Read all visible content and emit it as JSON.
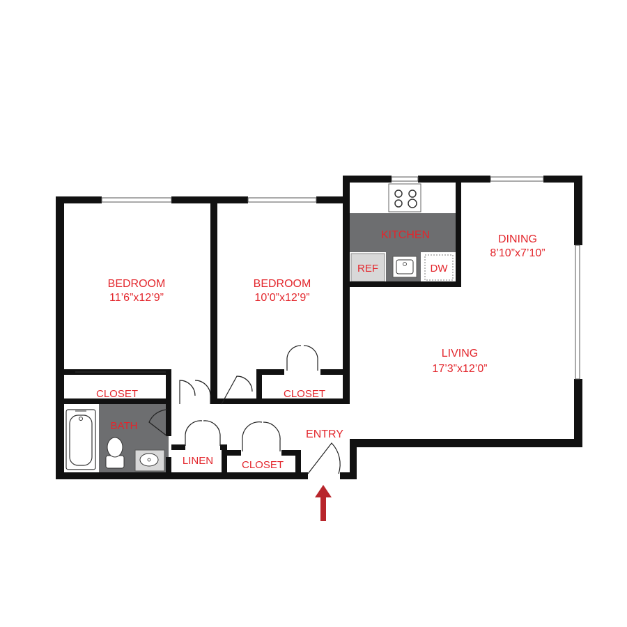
{
  "rooms": {
    "bedroom1": {
      "name": "BEDROOM",
      "dims": "11’6”x12’9”"
    },
    "bedroom2": {
      "name": "BEDROOM",
      "dims": "10’0”x12’9”"
    },
    "kitchen": {
      "name": "KITCHEN"
    },
    "dining": {
      "name": "DINING",
      "dims": "8’10”x7’10”"
    },
    "living": {
      "name": "LIVING",
      "dims": "17’3”x12’0”"
    },
    "bath": {
      "name": "BATH"
    },
    "closet1": {
      "name": "CLOSET"
    },
    "closet2": {
      "name": "CLOSET"
    },
    "closet3": {
      "name": "CLOSET"
    },
    "linen": {
      "name": "LINEN"
    },
    "entry": {
      "name": "ENTRY"
    }
  },
  "fixtures": {
    "ref": "REF",
    "dw": "DW"
  },
  "colors": {
    "walls": "#111111",
    "labels": "#e3262c",
    "service_fill": "#6d6e70",
    "appliance_fill": "#d8d8d8",
    "arrow": "#b8252b"
  }
}
